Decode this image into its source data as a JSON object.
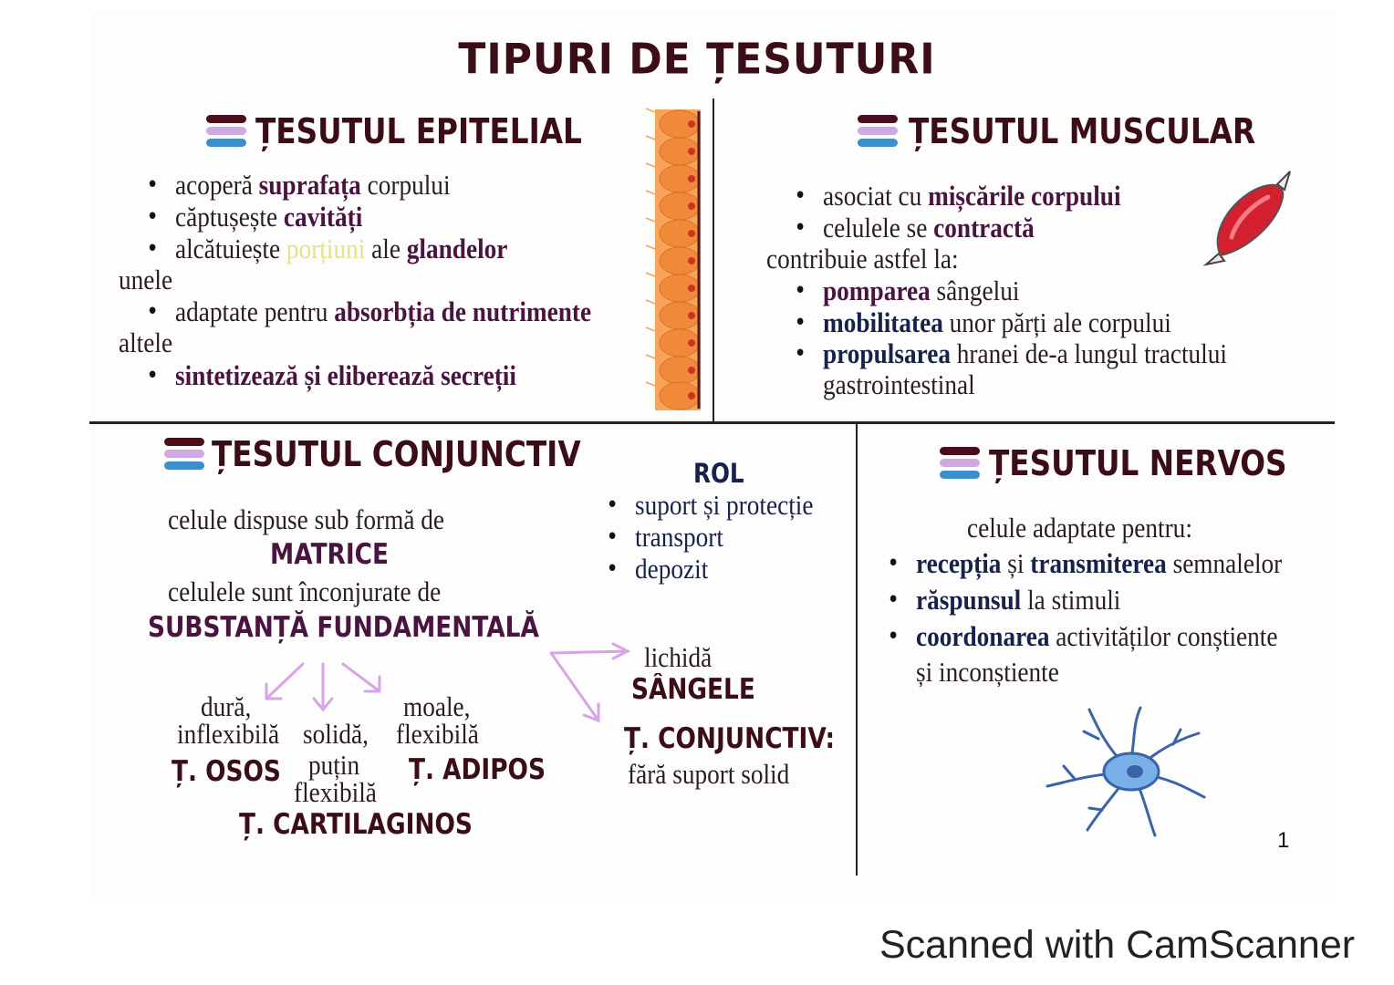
{
  "title": "TIPURI DE ȚESUTURI",
  "epitelial": {
    "heading": "ȚESUTUL EPITELIAL",
    "b1_pre": "acoperă ",
    "b1_b": "suprafața",
    "b1_post": " corpului",
    "b2_pre": "căptușește ",
    "b2_b": "cavități",
    "b3_pre": "alcătuiește ",
    "b3_y": "porțiuni",
    "b3_mid": " ale ",
    "b3_b": "glandelor",
    "unele": "unele",
    "b4_pre": "adaptate pentru ",
    "b4_b": "absorbția de nutrimente",
    "altele": "altele",
    "b5": "sintetizează și eliberează secreții"
  },
  "muscular": {
    "heading": "ȚESUTUL MUSCULAR",
    "b1_pre": "asociat cu ",
    "b1_b": "mișcările corpului",
    "b2_pre": "celulele se ",
    "b2_b": "contractă",
    "intro": "contribuie astfel la:",
    "c1_b": "pomparea",
    "c1_post": " sângelui",
    "c2_b": "mobilitatea",
    "c2_post": " unor părți ale corpului",
    "c3_b": "propulsarea",
    "c3_post": " hranei de-a lungul tractului",
    "c3_cont": "gastrointestinal"
  },
  "conjunctiv": {
    "heading": "ȚESUTUL CONJUNCTIV",
    "line1": "celule dispuse sub formă de",
    "matrice": "MATRICE",
    "line2": "celulele sunt înconjurate de",
    "substanta": "SUBSTANȚĂ FUNDAMENTALĂ",
    "dura1": "dură,",
    "dura2": "inflexibilă",
    "osos": "Ț. OSOS",
    "solida1": "solidă,",
    "solida2": "puțin",
    "solida3": "flexibilă",
    "cartilaginos": "Ț. CARTILAGINOS",
    "moale1": "moale,",
    "moale2": "flexibilă",
    "adipos": "Ț. ADIPOS",
    "rol": "ROL",
    "rol_items": [
      "suport și protecție",
      "transport",
      "depozit"
    ],
    "lichida": "lichidă",
    "sangele": "SÂNGELE",
    "tconj": "Ț. CONJUNCTIV:",
    "fara": "fără suport solid"
  },
  "nervos": {
    "heading": "ȚESUTUL NERVOS",
    "intro": "celule adaptate pentru:",
    "b1_b1": "recepția",
    "b1_mid": " și ",
    "b1_b2": "transmiterea",
    "b1_post": " semnalelor",
    "b2_b": "răspunsul",
    "b2_post": " la stimuli",
    "b3_b": "coordonarea",
    "b3_post": " activităților conștiente",
    "b3_cont": "și inconștiente"
  },
  "page_number": "1",
  "footer": "Scanned with CamScanner",
  "colors": {
    "title": "#3b0d16",
    "bold_purple": "#4a1440",
    "bold_navy": "#16224a",
    "muscle": "#d3202f",
    "neuron": "#7ab0e8",
    "epithelium": "#f08a3a"
  }
}
